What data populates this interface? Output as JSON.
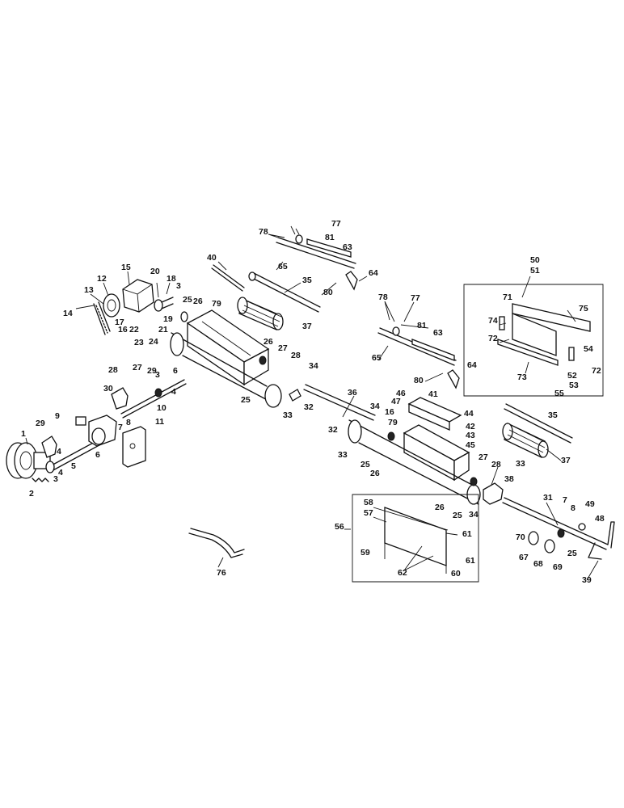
{
  "callouts": [
    "1",
    "2",
    "3",
    "3",
    "3",
    "4",
    "4",
    "5",
    "6",
    "6",
    "7",
    "8",
    "9",
    "10",
    "11",
    "12",
    "13",
    "14",
    "15",
    "16",
    "17",
    "18",
    "19",
    "20",
    "21",
    "22",
    "23",
    "24",
    "25",
    "26",
    "27",
    "28",
    "29",
    "30",
    "25",
    "26",
    "27",
    "28",
    "33",
    "32",
    "34",
    "40",
    "35",
    "37",
    "79",
    "78",
    "77",
    "81",
    "63",
    "65",
    "80",
    "64",
    "78",
    "77",
    "81",
    "63",
    "65",
    "80",
    "64",
    "36",
    "34",
    "32",
    "33",
    "16",
    "47",
    "46",
    "79",
    "25",
    "26",
    "41",
    "44",
    "42",
    "43",
    "45",
    "50",
    "51",
    "71",
    "75",
    "74",
    "72",
    "73",
    "54",
    "52",
    "53",
    "55",
    "72",
    "35",
    "37",
    "27",
    "28",
    "33",
    "38",
    "26",
    "25",
    "34",
    "31",
    "7",
    "8",
    "49",
    "48",
    "58",
    "57",
    "56",
    "59",
    "61",
    "62",
    "60",
    "61",
    "70",
    "67",
    "68",
    "69",
    "25",
    "39",
    "76",
    "29",
    "4"
  ]
}
